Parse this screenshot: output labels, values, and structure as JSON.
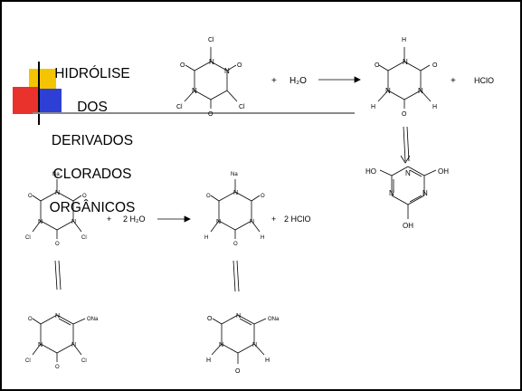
{
  "slide": {
    "title_lines": [
      "HIDRÓLISE",
      "DOS",
      "DERIVADOS",
      "CLORADOS",
      "ORGÂNICOS"
    ],
    "colors": {
      "background": "#ffffff",
      "border": "#000000",
      "accent_yellow": "#f5c400",
      "accent_red": "#e8322b",
      "accent_blue": "#2e3fd6",
      "rule_gray": "#8a8a8a"
    }
  },
  "reaction1": {
    "reactant_substituents": [
      "Cl",
      "Cl",
      "Cl"
    ],
    "plus": "+",
    "water": "H₂O",
    "product_substituents": [
      "H",
      "H",
      "H"
    ],
    "plus2": "+",
    "byproduct": "HClO",
    "tautomer_substituents": [
      "HO",
      "OH",
      "OH"
    ]
  },
  "reaction2": {
    "reactant_substituents": [
      "Na",
      "Cl",
      "Cl"
    ],
    "plus": "+",
    "water": "2 H₂O",
    "product_substituents": [
      "Na",
      "H",
      "H"
    ],
    "plus2": "+",
    "byproduct": "2 HClO",
    "tautomer1_substituents": [
      "ONa",
      "Cl",
      "Cl"
    ],
    "tautomer2_substituents": [
      "ONa",
      "H",
      "H"
    ]
  },
  "atoms": {
    "N": "N",
    "O": "O"
  }
}
